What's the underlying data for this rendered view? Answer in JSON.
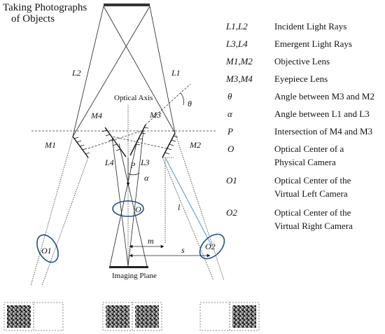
{
  "title_line1": "Taking Photographs",
  "title_line2": "of Objects",
  "labels": {
    "L2": "L2",
    "L1": "L1",
    "optical_axis": "Optical Axis",
    "theta": "θ",
    "M4": "M4",
    "M3": "M3",
    "M1": "M1",
    "M2": "M2",
    "L4": "L4",
    "L3": "L3",
    "P": "P",
    "alpha": "α",
    "O": "O",
    "l": "l",
    "O1": "O1",
    "O2": "O2",
    "m": "m",
    "s": "s",
    "imaging_plane": "Imaging Plane"
  },
  "legend": [
    {
      "symbol": "L1,L2",
      "description": "Incident Light Rays"
    },
    {
      "symbol": "L3,L4",
      "description": "Emergent Light Rays"
    },
    {
      "symbol": "M1,M2",
      "description": "Objective Lens"
    },
    {
      "symbol": "M3,M4",
      "description": "Eyepiece Lens"
    },
    {
      "symbol": "θ",
      "description": "Angle between M3 and M2"
    },
    {
      "symbol": "α",
      "description": "Angle between L1 and L3"
    },
    {
      "symbol": "P",
      "description": "Intersection of M4 and M3"
    },
    {
      "symbol": "O",
      "description": "Optical Center of a",
      "description2": "Physical Camera"
    },
    {
      "symbol": "O1",
      "description": "Optical Center of the",
      "description2": "Virtual Left Camera"
    },
    {
      "symbol": "O2",
      "description": "Optical Center of the",
      "description2": "Virtual Right Camera"
    }
  ],
  "image_pairs": [
    {
      "left": "texture",
      "right": "blank"
    },
    {
      "left": "texture",
      "right": "texture"
    },
    {
      "left": "blank",
      "right": "texture"
    }
  ]
}
